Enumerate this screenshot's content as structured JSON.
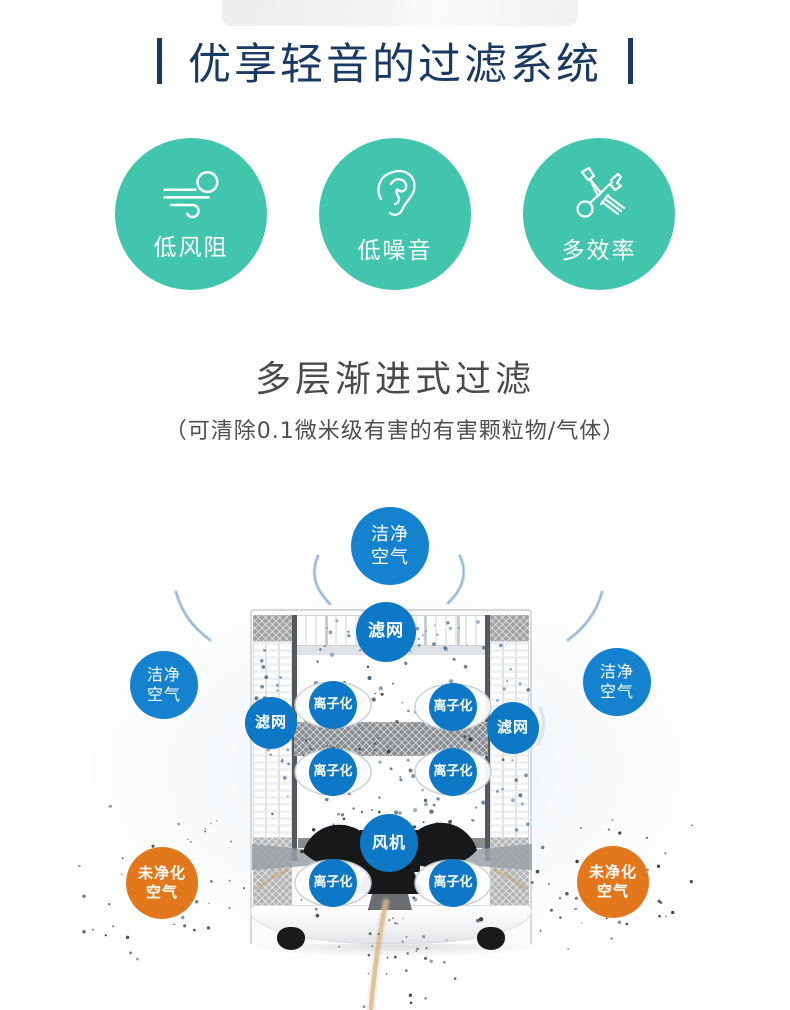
{
  "header": {
    "title": "优享轻音的过滤系统"
  },
  "features": [
    {
      "icon": "wind-icon",
      "label": "低风阻"
    },
    {
      "icon": "ear-icon",
      "label": "低噪音"
    },
    {
      "icon": "tools-icon",
      "label": "多效率"
    }
  ],
  "filter_section": {
    "heading": "多层渐进式过滤",
    "subheading": "（可清除0.1微米级有害的有害颗粒物/气体）"
  },
  "diagram": {
    "clean_air_top": "洁净\n空气",
    "clean_air_left": "洁净\n空气",
    "clean_air_right": "洁净\n空气",
    "filter_top": "滤网",
    "filter_left": "滤网",
    "filter_right": "滤网",
    "ionizer_label": "离子化",
    "fan_label": "风机",
    "dirty_air_left": "未净化\n空气",
    "dirty_air_right": "未净化\n空气"
  },
  "colors": {
    "title_navy": "#1b3a63",
    "feature_teal": "#41c6ad",
    "badge_blue": "#0d78c5",
    "clean_air_blue": "#1482cf",
    "dirty_air_orange": "#e3771c",
    "heading_gray": "#4a4a4a"
  }
}
